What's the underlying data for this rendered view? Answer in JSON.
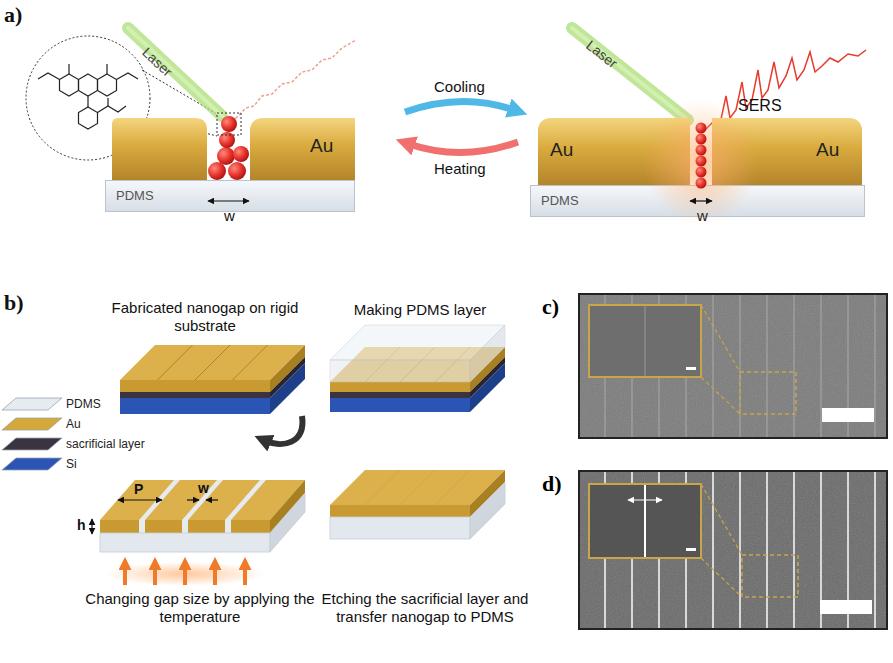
{
  "diagram": {
    "nodes": [
      {
        "text": [
          "PDMS"
        ]
      },
      {
        "text": [
          "Au"
        ]
      },
      {
        "text": [
          "PDMS"
        ]
      },
      {
        "text": [
          "Au"
        ]
      },
      {
        "text": [
          "Au"
        ]
      },
      {
        "text": [
          "c)"
        ]
      },
      {
        "text": [
          "d)"
        ]
      }
    ],
    "labels": [
      "a)",
      "Laser",
      "w",
      "Cooling",
      "Heating",
      "Laser",
      "SERS",
      "w",
      "b)",
      "Fabricated nanogap on rigid substrate",
      "Making PDMS layer",
      "P",
      "w",
      "h",
      "Changing gap size by applying the temperature",
      "Etching the sacrificial layer and transfer nanogap to PDMS"
    ],
    "legend": [
      {
        "text": "PDMS",
        "color": "#e6ebf0"
      },
      {
        "text": "Au",
        "color": "#d6a83a"
      },
      {
        "text": "sacrificial layer",
        "color": "#3b3340"
      },
      {
        "text": "Si",
        "color": "#2a55b5"
      }
    ]
  }
}
